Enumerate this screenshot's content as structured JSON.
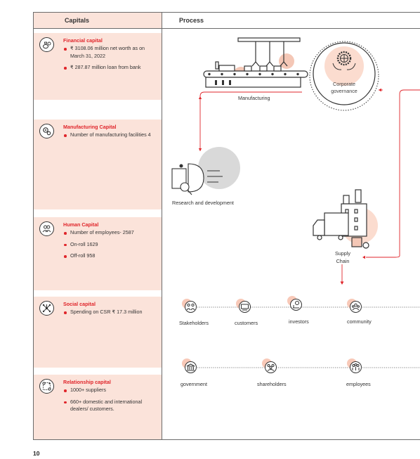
{
  "header": {
    "capitals": "Capitals",
    "process": "Process"
  },
  "capitals": [
    {
      "title": "Financial capital",
      "icon": "money-bag-icon",
      "items": [
        "₹ 3108.06 million net worth as on March 31, 2022",
        "₹ 287.87 million loan from bank"
      ]
    },
    {
      "title": "Manufacturing Capital",
      "icon": "gears-icon",
      "items": [
        "Number of manufacturing facilities 4"
      ]
    },
    {
      "title": "Human Capital",
      "icon": "people-icon",
      "items": [
        "Number of employees- 2587",
        "On-roll 1629",
        "Off-roll 958"
      ]
    },
    {
      "title": "Social capital",
      "icon": "network-icon",
      "items": [
        "Spending on CSR ₹ 17.3 million"
      ]
    },
    {
      "title": "Relationship capital",
      "icon": "relationship-icon",
      "items": [
        "1000+ suppliers",
        "660+ domestic and international dealers/ customers."
      ]
    }
  ],
  "process": {
    "manufacturing": "Manufacturing",
    "corporate_governance": "Corporate governance",
    "research": "Research and development",
    "supply_chain": "Supply Chain",
    "stakeholders_row1": [
      "Stakeholders",
      "customers",
      "investors",
      "community"
    ],
    "stakeholders_row2": [
      "government",
      "shareholders",
      "employees"
    ]
  },
  "colors": {
    "accent": "#e0262b",
    "panel": "#fbe3da",
    "soft": "#f8c9b8"
  },
  "page_number": "10"
}
